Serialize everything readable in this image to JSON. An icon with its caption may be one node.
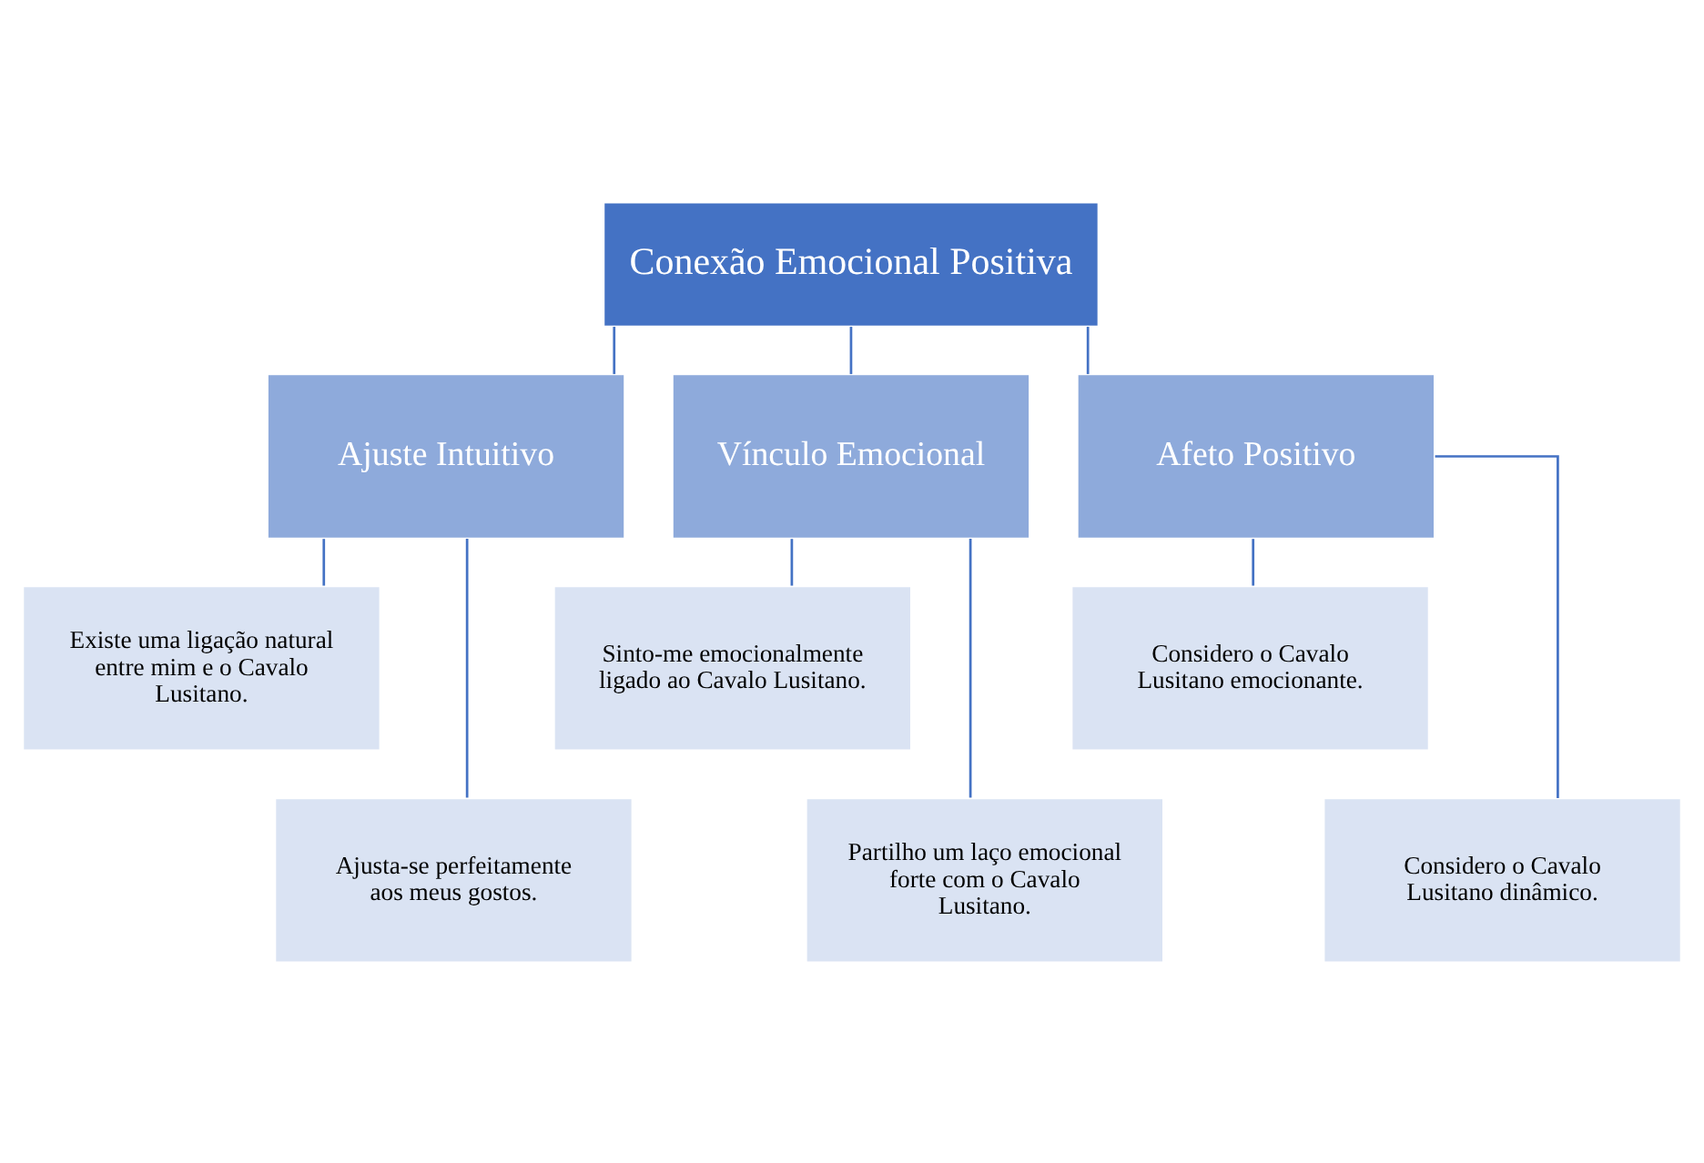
{
  "diagram": {
    "nodes": [
      {
        "text": [
          "Conexão Emocional Positiva"
        ]
      },
      {
        "text": [
          "Ajuste Intuitivo"
        ]
      },
      {
        "text": [
          "Vínculo Emocional"
        ]
      },
      {
        "text": [
          "Afeto Positivo"
        ]
      },
      {
        "text": [
          "Existe uma ligação natural entre mim e o Cavalo Lusitano."
        ]
      },
      {
        "text": [
          "Ajusta-se perfeitamente aos meus gostos."
        ]
      },
      {
        "text": [
          "Sinto-me emocionalmente ligado ao Cavalo Lusitano."
        ]
      },
      {
        "text": [
          "Partilho um laço emocional forte com o Cavalo Lusitano."
        ]
      },
      {
        "text": [
          "Considero o Cavalo Lusitano emocionante."
        ]
      },
      {
        "text": [
          "Considero o Cavalo Lusitano dinâmico."
        ]
      }
    ],
    "edges": [
      {
        "from": 0,
        "to": 1,
        "arrow": "none"
      },
      {
        "from": 0,
        "to": 2,
        "arrow": "none"
      },
      {
        "from": 0,
        "to": 3,
        "arrow": "none"
      },
      {
        "from": 1,
        "to": 4,
        "arrow": "none"
      },
      {
        "from": 1,
        "to": 5,
        "arrow": "none"
      },
      {
        "from": 2,
        "to": 6,
        "arrow": "none"
      },
      {
        "from": 2,
        "to": 7,
        "arrow": "none"
      },
      {
        "from": 3,
        "to": 8,
        "arrow": "none"
      },
      {
        "from": 3,
        "to": 9,
        "arrow": "none"
      }
    ]
  }
}
